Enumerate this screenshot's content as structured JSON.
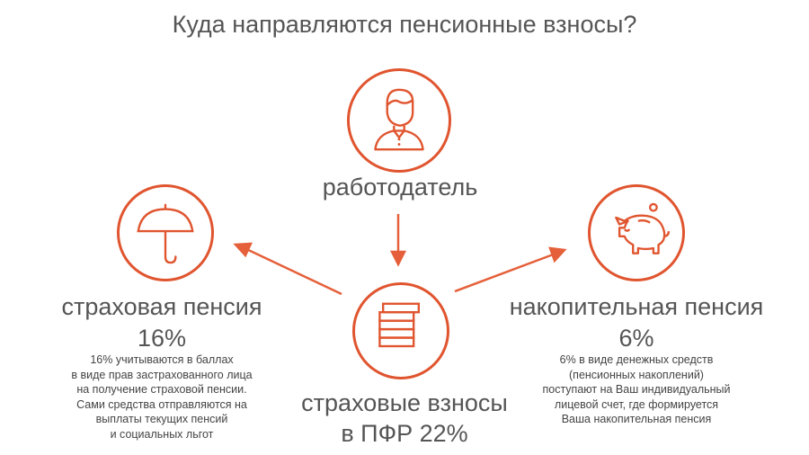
{
  "title": "Куда направляются пенсионные взносы?",
  "accent_color": "#e0552f",
  "employer": {
    "label": "работодатель",
    "icon": "person-icon"
  },
  "contributions": {
    "line1": "страховые взносы",
    "line2": "в ПФР 22%",
    "icon": "coin-stack-icon"
  },
  "insurance": {
    "label": "страховая пенсия",
    "percent": "16%",
    "icon": "umbrella-icon",
    "desc": [
      "16% учитываются в баллах",
      "в виде прав застрахованного лица",
      "на получение страховой пенсии.",
      "Сами средства отправляются на",
      "выплаты текущих пенсий",
      "и социальных льгот"
    ]
  },
  "funded": {
    "label": "накопительная пенсия",
    "percent": "6%",
    "icon": "piggy-bank-icon",
    "desc": [
      "6% в виде денежных средств",
      "(пенсионных накоплений)",
      "поступают на Ваш индивидуальный",
      "лицевой счет, где формируется",
      "Ваша накопительная пенсия"
    ]
  }
}
